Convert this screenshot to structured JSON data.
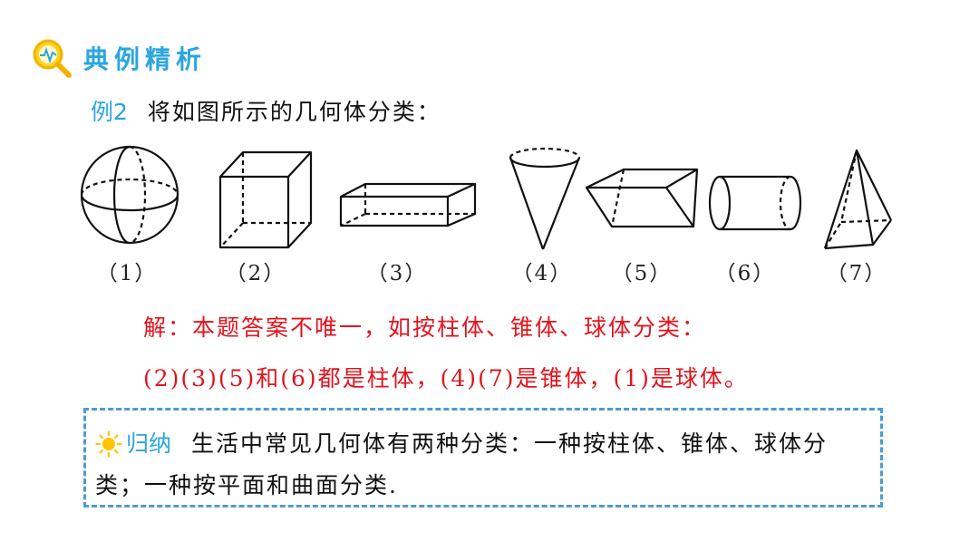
{
  "header": {
    "title": "典例精析",
    "icon": "magnifier-chart-icon"
  },
  "question": {
    "label": "例2",
    "text": "将如图所示的几何体分类："
  },
  "shapes": [
    {
      "label": "（1）",
      "kind": "sphere"
    },
    {
      "label": "（2）",
      "kind": "cube"
    },
    {
      "label": "（3）",
      "kind": "cuboid"
    },
    {
      "label": "（4）",
      "kind": "cone"
    },
    {
      "label": "（5）",
      "kind": "triangular-prism"
    },
    {
      "label": "（6）",
      "kind": "cylinder"
    },
    {
      "label": "（7）",
      "kind": "pyramid"
    }
  ],
  "answer": {
    "line1": "解：本题答案不唯一，如按柱体、锥体、球体分类：",
    "line2": "(2)(3)(5)和(6)都是柱体，(4)(7)是锥体，(1)是球体。"
  },
  "summary": {
    "icon": "sun-icon",
    "label": "归纳",
    "text": "生活中常见几何体有两种分类：一种按柱体、锥体、球体分类；一种按平面和曲面分类."
  },
  "colors": {
    "accent": "#2aa6df",
    "answer": "#e0141e",
    "border": "#4c9bd6"
  }
}
